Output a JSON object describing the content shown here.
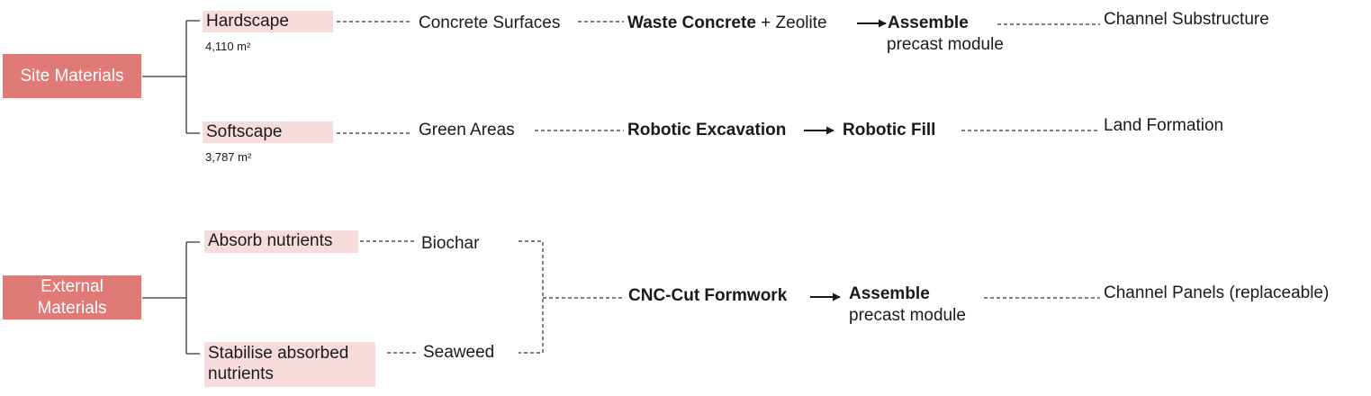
{
  "site": {
    "title": "Site Materials",
    "hardscape": {
      "label": "Hardscape",
      "area": "4,110 m²",
      "source": "Concrete Surfaces",
      "process_bold": "Waste Concrete",
      "process_rest": " + Zeolite",
      "step_bold": "Assemble",
      "step_sub": "precast module",
      "output": "Channel Substructure"
    },
    "softscape": {
      "label": "Softscape",
      "area": "3,787 m²",
      "source": "Green Areas",
      "process": "Robotic Excavation",
      "step": "Robotic Fill",
      "output": "Land Formation"
    }
  },
  "external": {
    "title_line1": "External",
    "title_line2": "Materials",
    "absorb": {
      "label": "Absorb nutrients",
      "source": "Biochar"
    },
    "stabilise": {
      "label_line1": "Stabilise absorbed",
      "label_line2": "nutrients",
      "source": "Seaweed"
    },
    "process": "CNC-Cut Formwork",
    "step_bold": "Assemble",
    "step_sub": "precast module",
    "output": "Channel Panels (replaceable)"
  },
  "colors": {
    "main_box": "#e07a77",
    "sub_box": "#f7dcdc",
    "line": "#333333"
  }
}
